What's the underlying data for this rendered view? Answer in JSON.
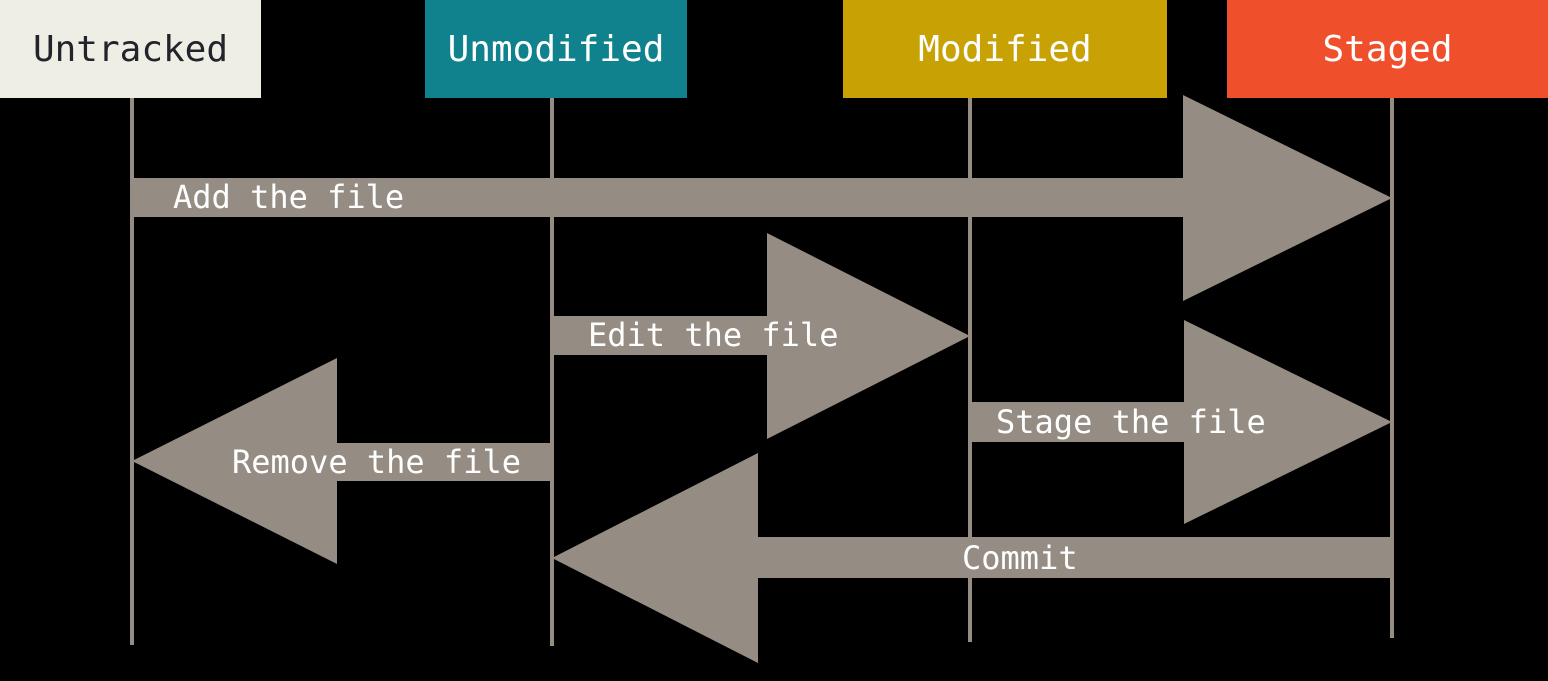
{
  "colors": {
    "background": "#000000",
    "arrow": "#958D83",
    "arrow_label_text": "#FFFFFF"
  },
  "states": [
    {
      "label": "Untracked",
      "fill": "#EFEEE5",
      "text_color": "#23232B"
    },
    {
      "label": "Unmodified",
      "fill": "#0F828E",
      "text_color": "#FFFFFF"
    },
    {
      "label": "Modified",
      "fill": "#C8A105",
      "text_color": "#FFFFFF"
    },
    {
      "label": "Staged",
      "fill": "#F04F2C",
      "text_color": "#FFFFFF"
    }
  ],
  "transitions": [
    {
      "label": "Add the file",
      "from": "Untracked",
      "to": "Staged",
      "direction": "right"
    },
    {
      "label": "Edit the file",
      "from": "Unmodified",
      "to": "Modified",
      "direction": "right"
    },
    {
      "label": "Stage the file",
      "from": "Modified",
      "to": "Staged",
      "direction": "right"
    },
    {
      "label": "Remove the file",
      "from": "Unmodified",
      "to": "Untracked",
      "direction": "left"
    },
    {
      "label": "Commit",
      "from": "Staged",
      "to": "Unmodified",
      "direction": "left"
    }
  ]
}
